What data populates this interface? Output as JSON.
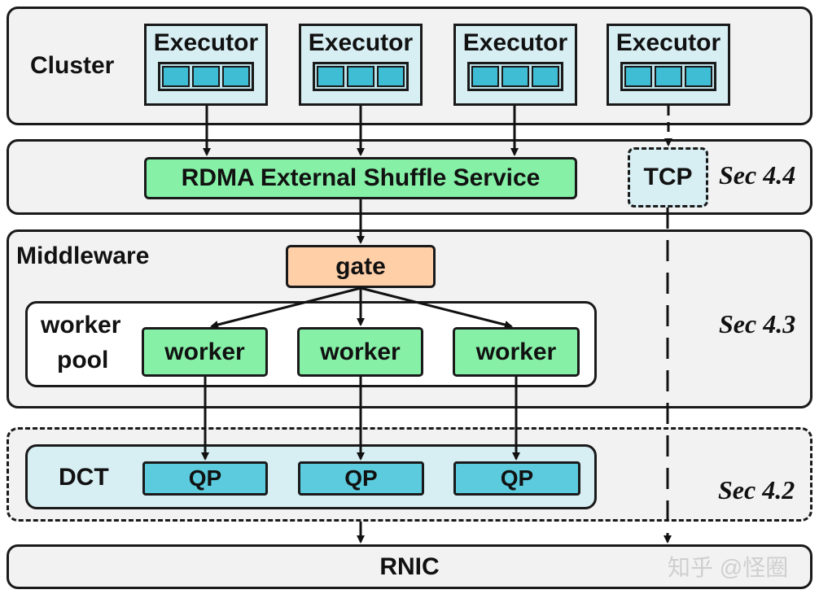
{
  "layers": {
    "cluster": "Cluster",
    "middleware": "Middleware",
    "worker_pool": [
      "worker",
      "pool"
    ],
    "dct": "DCT",
    "rnic": "RNIC"
  },
  "executors": [
    "Executor",
    "Executor",
    "Executor",
    "Executor"
  ],
  "shuffle_service": "RDMA External Shuffle Service",
  "tcp": "TCP",
  "gate": "gate",
  "workers": [
    "worker",
    "worker",
    "worker"
  ],
  "qps": [
    "QP",
    "QP",
    "QP"
  ],
  "sections": {
    "sec44": "Sec 4.4",
    "sec43": "Sec 4.3",
    "sec42": "Sec 4.2"
  },
  "watermark": "知乎 @怪圈",
  "colors": {
    "executor_fill": "#d7eef3",
    "green_fill": "#86f0a7",
    "gate_fill": "#ffcfa8",
    "qp_fill": "#5ccbdd",
    "dct_fill": "#d7eef3",
    "layer_fill": "#f2f2f2"
  }
}
